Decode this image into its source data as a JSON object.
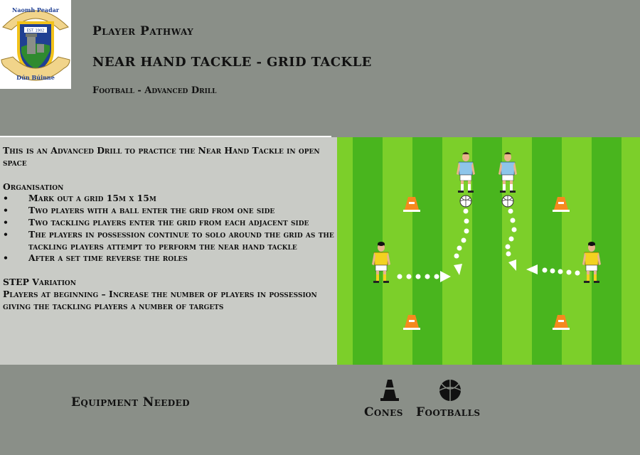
{
  "crest": {
    "top_text": "Naomh Peadar",
    "est": "EST. 1902",
    "bottom_text": "Dún Búinne",
    "colors": {
      "shield": "#1f3f93",
      "green": "#2f8a2f",
      "gold": "#f2c21a",
      "ribbon": "#f1d48a"
    }
  },
  "header": {
    "pathway": "Player Pathway",
    "title": "NEAR HAND TACKLE - GRID TACKLE",
    "subtitle": "Football - Advanced Drill"
  },
  "description": {
    "intro": "This is an Advanced Drill to practice the Near Hand Tackle in open space",
    "organisation_heading": "Organisation",
    "bullets": [
      "Mark out a grid 15m x 15m",
      "Two players with a ball enter the grid from one side",
      "Two tackling players enter the grid from each adjacent side",
      "The players in possession continue to solo around the grid as the tackling players attempt to perform the near hand tackle",
      "After a set time reverse the roles"
    ],
    "bullet_symbol": "•",
    "variation_heading": "STEP Variation",
    "variation_text": "Players at beginning – Increase the number of players in possession giving the tackling players a number of targets"
  },
  "pitch": {
    "colors": {
      "light_stripe": "#7ccf2a",
      "dark_stripe": "#49b51e",
      "cone": "#f5891f",
      "attacker_kit": "#8ec5ea",
      "tackler_kit": "#f3d21f"
    }
  },
  "equipment": {
    "label": "Equipment Needed",
    "items": [
      {
        "name": "Cones",
        "icon": "cone-icon"
      },
      {
        "name": "Footballs",
        "icon": "football-icon"
      }
    ]
  }
}
